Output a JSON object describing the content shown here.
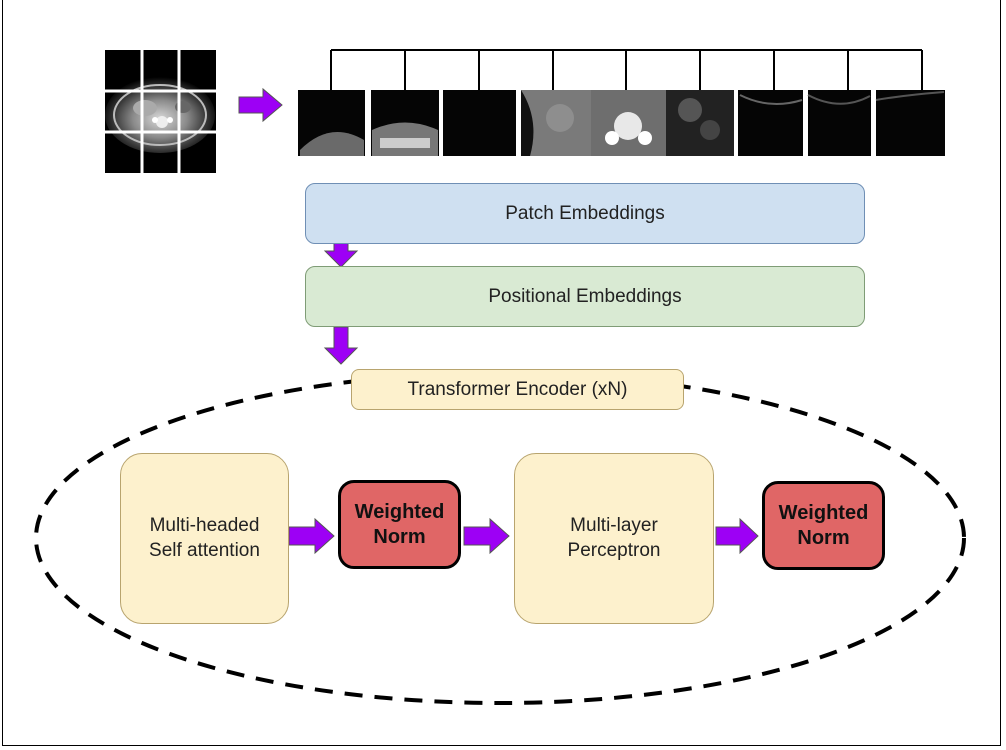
{
  "diagram": {
    "patch_embeddings_label": "Patch Embeddings",
    "positional_embeddings_label": "Positional Embeddings",
    "encoder_label": "Transformer Encoder (xN)",
    "mha_label": "Multi-headed\nSelf attention",
    "wnorm1_label": "Weighted\nNorm",
    "mlp_label": "Multi-layer\nPerceptron",
    "wnorm2_label": "Weighted\nNorm",
    "patch_count": 9,
    "colors": {
      "arrow": "#9d00f5",
      "patch_embeddings": "#cfe0f1",
      "positional_embeddings": "#d9ead3",
      "encoder": "#fdf1cd",
      "weighted_norm": "#e06666"
    }
  }
}
